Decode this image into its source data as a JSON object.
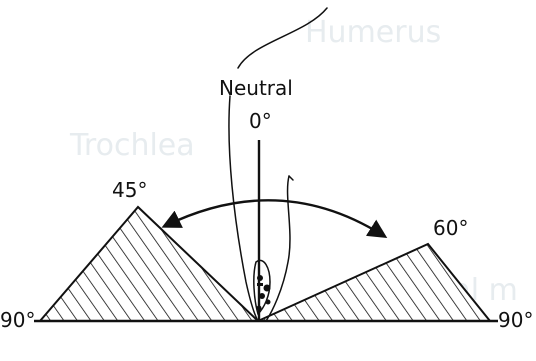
{
  "diagram": {
    "background_labels": {
      "humerus": "Humerus",
      "trochlea": "Trochlea",
      "medial": "dial m"
    },
    "labels": {
      "neutral": "Neutral",
      "zero": "0°",
      "flexion": "45°",
      "extension": "60°",
      "left_limit": "90°",
      "right_limit": "90°"
    },
    "angles": {
      "neutral_deg": 0,
      "left_arc_deg": 45,
      "right_arc_deg": 60,
      "left_limit_deg": 90,
      "right_limit_deg": 90
    },
    "colors": {
      "ink": "#111111",
      "paper": "#ffffff",
      "faded_background": "#e7ecef"
    },
    "icons": {
      "motion_arrow": "double-headed-arc-arrow",
      "body_outline": "limb-outline"
    }
  }
}
